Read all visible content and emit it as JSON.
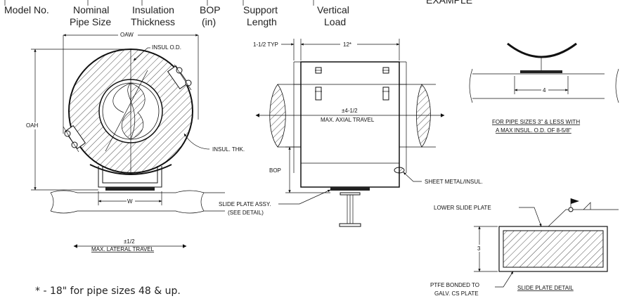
{
  "header": {
    "model_no": "Model No.",
    "nominal_1": "Nominal",
    "nominal_2": "Pipe Size",
    "insulation_1": "Insulation",
    "insulation_2": "Thickness",
    "bop_1": "BOP",
    "bop_2": "(in)",
    "support_1": "Support",
    "support_2": "Length",
    "vertical_1": "Vertical",
    "vertical_2": "Load",
    "example": "EXAMPLE"
  },
  "left_view": {
    "oaw": "OAW",
    "insul_od": "INSUL O.D.",
    "oah": "OAH",
    "insul_thk": "INSUL. THK.",
    "w": "W",
    "lateral_value": "±1/2",
    "lateral_label": "MAX. LATERAL TRAVEL"
  },
  "center_view": {
    "typ": "1-1/2 TYP",
    "length": "12*",
    "axial_value": "±4-1/2",
    "axial_label": "MAX. AXIAL TRAVEL",
    "bop": "BOP",
    "sheet_metal": "SHEET METAL/INSUL.",
    "slide_1": "SLIDE PLATE ASSY.",
    "slide_2": "(SEE DETAIL)"
  },
  "example_view": {
    "dim": "4",
    "note_1": "FOR PIPE SIZES 3\" & LESS WITH",
    "note_2": "A MAX INSUL. O.D. OF 8-5/8\""
  },
  "detail_view": {
    "lower_slide": "LOWER SLIDE PLATE",
    "dim": "3",
    "ptfe_1": "PTFE BONDED TO",
    "ptfe_2": "GALV. CS PLATE",
    "title": "SLIDE PLATE DETAIL"
  },
  "footnote": "* - 18\" for pipe sizes 48 & up."
}
